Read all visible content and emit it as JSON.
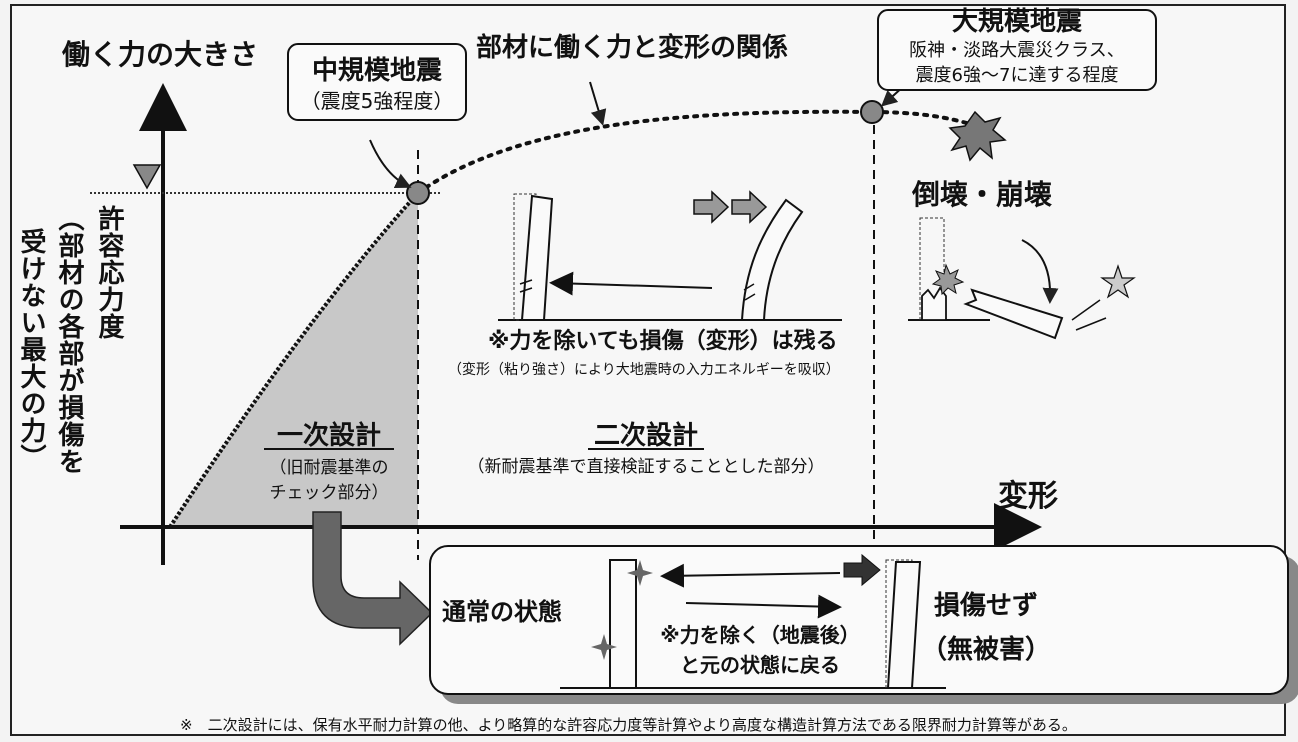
{
  "y_axis_label": "働く力の大きさ",
  "x_axis_label": "変形",
  "curve_title": "部材に働く力と変形の関係",
  "medium_quake": {
    "title": "中規模地震",
    "subtitle": "（震度5強程度）"
  },
  "large_quake": {
    "title": "大規模地震",
    "line1": "阪神・淡路大震災クラス、",
    "line2": "震度6強～7に達する程度"
  },
  "allowable_stress": {
    "title": "許容応力度",
    "line1": "（部材の各部が損傷を",
    "line2": "受けない最大の力）"
  },
  "collapse_label": "倒壊・崩壊",
  "residual": {
    "main": "※力を除いても損傷（変形）は残る",
    "sub": "（変形（粘り強さ）により大地震時の入力エネルギーを吸収）"
  },
  "primary_design": {
    "title": "一次設計",
    "line1": "（旧耐震基準の",
    "line2": "チェック部分）"
  },
  "secondary_design": {
    "title": "二次設計",
    "note": "（新耐震基準で直接検証することとした部分）"
  },
  "normal_state": "通常の状態",
  "return_text": {
    "line1": "※力を除く（地震後）",
    "line2": "と元の状態に戻る"
  },
  "no_damage": {
    "line1": "損傷せず",
    "line2": "（無被害）"
  },
  "footnote": "※　二次設計には、保有水平耐力計算の他、より略算的な許容応力度等計算やより高度な構造計算方法である限界耐力計算等がある。",
  "colors": {
    "fill": "#c8c8c8",
    "marker": "#888888",
    "arrow": "#555555",
    "ink": "#111111"
  }
}
